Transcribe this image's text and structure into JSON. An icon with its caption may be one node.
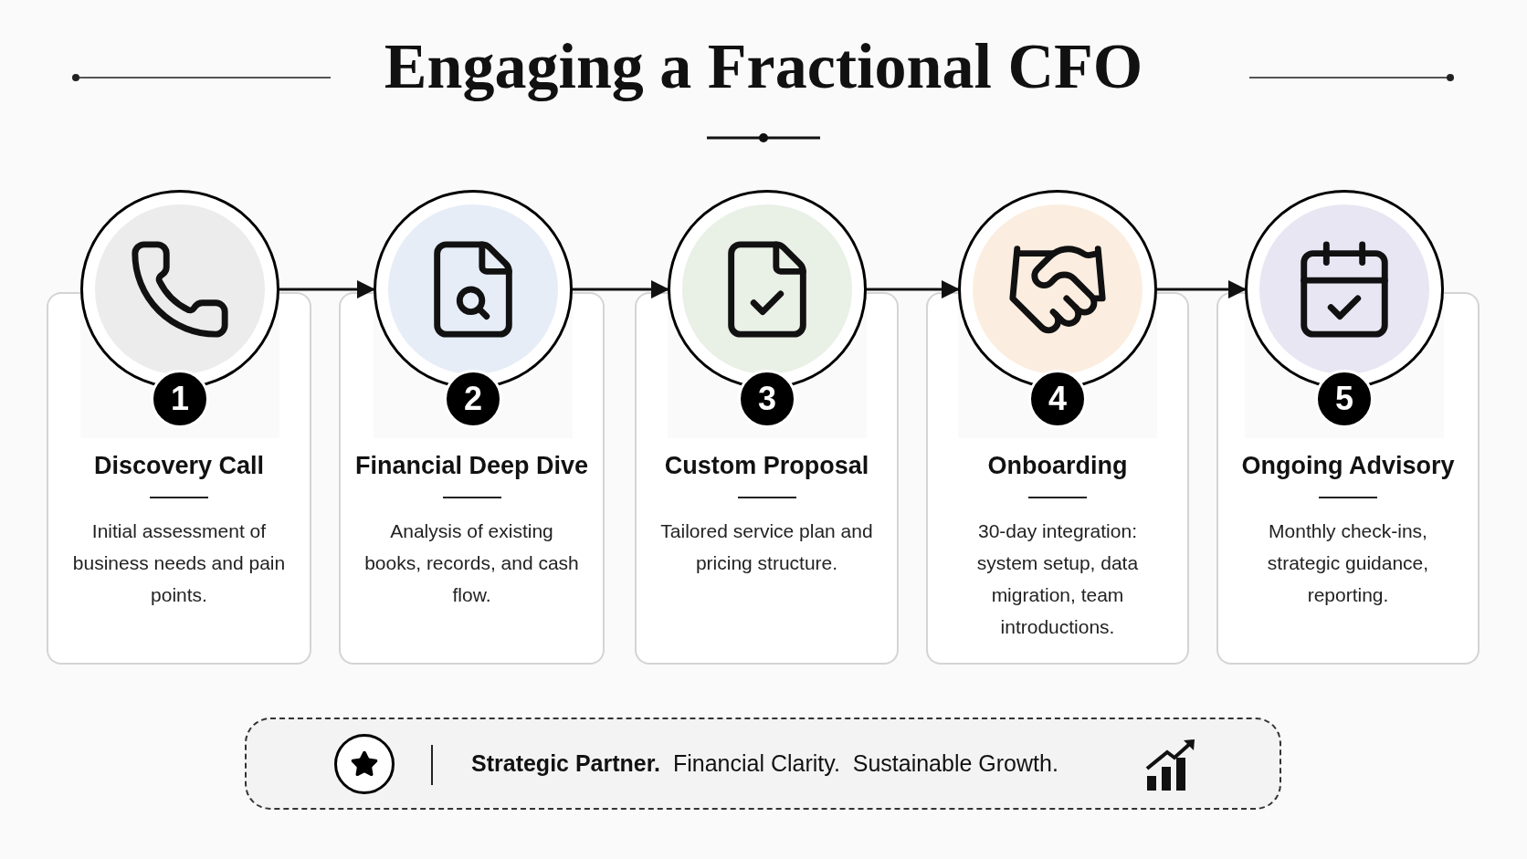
{
  "diagram": {
    "title": "Engaging a Fractional CFO",
    "nodes": [
      {
        "text": [
          "1"
        ]
      },
      {
        "text": [
          "Discovery Call",
          "Initial assessment of business needs and pain points."
        ]
      },
      {
        "text": [
          "2"
        ]
      },
      {
        "text": [
          "Financial Deep Dive",
          "Analysis of existing books, records, and cash flow."
        ]
      },
      {
        "text": [
          "3"
        ]
      },
      {
        "text": [
          "Custom Proposal",
          "Tailored service plan and pricing structure."
        ]
      },
      {
        "text": [
          "4"
        ]
      },
      {
        "text": [
          "Onboarding",
          "30-day integration: system setup, data migration, team introductions."
        ]
      },
      {
        "text": [
          "5"
        ]
      },
      {
        "text": [
          "Ongoing Advisory",
          "Monthly check-ins, strategic guidance, reporting."
        ]
      },
      {
        "text": [
          "**Strategic Partner.**  Financial Clarity.  Sustainable Growth."
        ]
      }
    ],
    "edges": [
      {
        "from": 0,
        "to": 2,
        "arrow": "to"
      },
      {
        "from": 2,
        "to": 4,
        "arrow": "to"
      },
      {
        "from": 4,
        "to": 6,
        "arrow": "to"
      },
      {
        "from": 6,
        "to": 8,
        "arrow": "to"
      }
    ]
  }
}
